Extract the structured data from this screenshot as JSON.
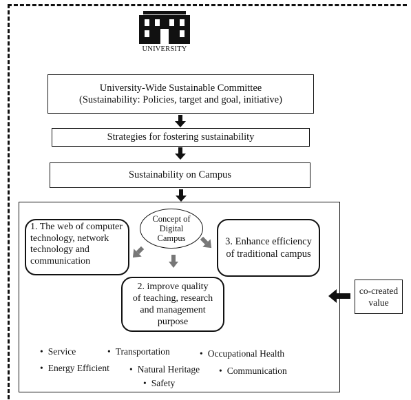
{
  "logo": {
    "label": "UNIVERSITY"
  },
  "committee": {
    "line1": "University-Wide Sustainable Committee",
    "line2": "(Sustainability: Policies, target and goal, initiative)"
  },
  "strategies": "Strategies for fostering sustainability",
  "campus": "Sustainability on Campus",
  "concept": {
    "line1": "Concept of",
    "line2": "Digital",
    "line3": "Campus"
  },
  "item1": {
    "line1": "1. The web of computer",
    "line2": "technology, network",
    "line3": "technology and",
    "line4": "communication"
  },
  "item2": {
    "line1": "2. improve quality",
    "line2": "of teaching, research",
    "line3": "and management",
    "line4": "purpose"
  },
  "item3": {
    "line1": "3. Enhance efficiency",
    "line2": "of traditional campus"
  },
  "cocreated": {
    "line1": "co-created",
    "line2": "value"
  },
  "bullets": {
    "service": "Service",
    "transportation": "Transportation",
    "occupational": "Occupational Health",
    "energy": "Energy Efficient",
    "heritage": "Natural Heritage",
    "communication": "Communication",
    "safety": "Safety"
  },
  "colors": {
    "black_arrow": "#111111",
    "grey_arrow": "#777777"
  }
}
